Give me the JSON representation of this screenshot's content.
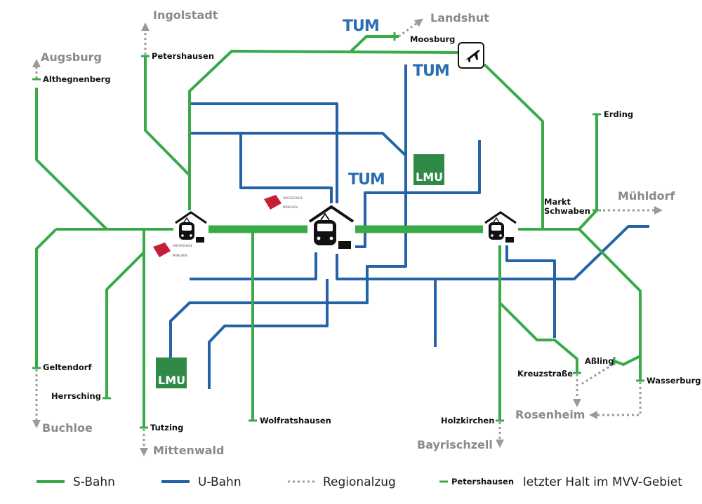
{
  "colors": {
    "sbahn": "#3aaa48",
    "ubahn": "#2563a8",
    "regional": "#9a9a9a",
    "label_grey": "#8a8a8a",
    "lmu": "#2f8a48",
    "hm": "#c41e3a"
  },
  "regional_destinations": {
    "ingolstadt": "Ingolstadt",
    "landshut": "Landshut",
    "augsburg": "Augsburg",
    "muehldorf": "Mühldorf",
    "buchloe": "Buchloe",
    "mittenwald": "Mittenwald",
    "bayrischzell": "Bayrischzell",
    "rosenheim": "Rosenheim"
  },
  "last_stops": {
    "petershausen": "Petershausen",
    "moosburg": "Moosburg",
    "althegnenberg": "Althegnenberg",
    "erding": "Erding",
    "markt_schwaben_1": "Markt",
    "markt_schwaben_2": "Schwaben",
    "geltendorf": "Geltendorf",
    "herrsching": "Herrsching",
    "tutzing": "Tutzing",
    "wolfratshausen": "Wolfratshausen",
    "holzkirchen": "Holzkirchen",
    "kreuzstrasse": "Kreuzstraße",
    "assling": "Aßling",
    "wasserburg": "Wasserburg"
  },
  "logos": {
    "tum": "TUM",
    "lmu": "LMU",
    "hm_line1": "HOCHSCHULE",
    "hm_line2": "MÜNCHEN"
  },
  "icons": [
    "airport-icon",
    "train-station-icon",
    "tum-logo",
    "lmu-logo",
    "hm-logo"
  ],
  "legend": {
    "sbahn": "S-Bahn",
    "ubahn": "U-Bahn",
    "regional": "Regionalzug",
    "example_stop": "Petershausen",
    "last_stop": "letzter Halt im MVV-Gebiet"
  }
}
